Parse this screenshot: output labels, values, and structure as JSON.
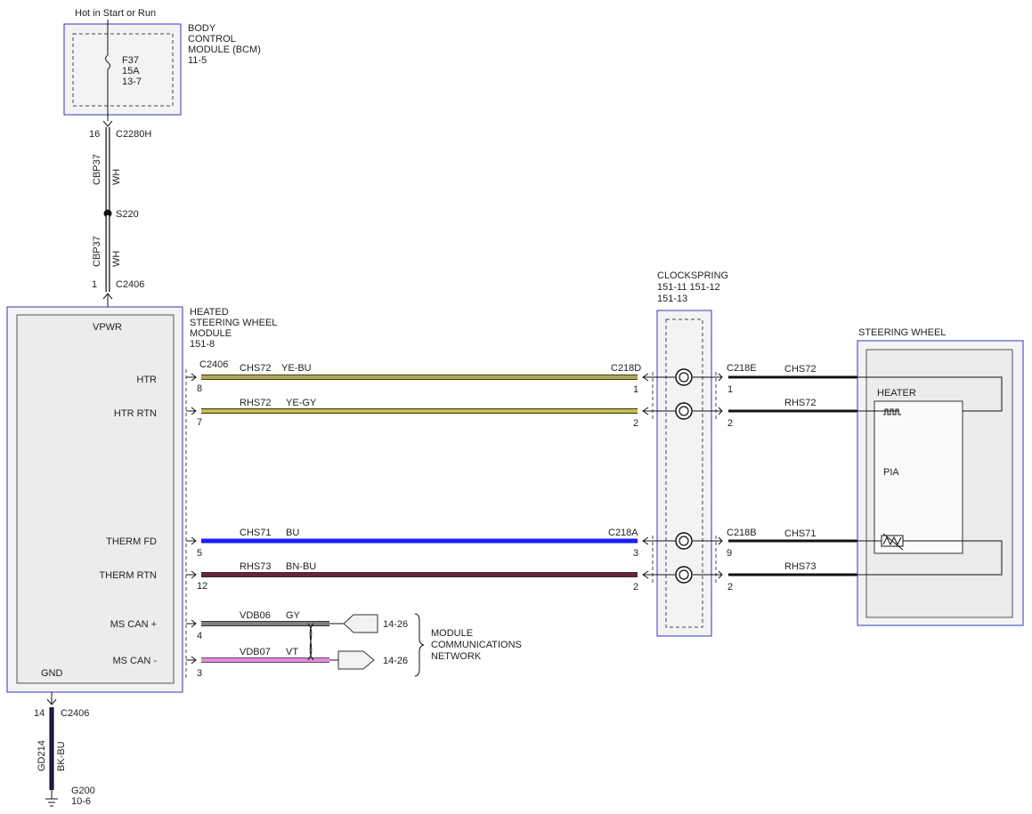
{
  "supply": {
    "label": "Hot in Start or Run"
  },
  "bcm": {
    "title_lines": [
      "BODY",
      "CONTROL",
      "MODULE (BCM)",
      "11-5"
    ],
    "fuse": {
      "name": "F37",
      "rating": "15A",
      "ref": "13-7"
    }
  },
  "connectors": {
    "c2280h": {
      "pin": "16",
      "name": "C2280H"
    },
    "c2406_top": {
      "pin": "1",
      "name": "C2406"
    },
    "c2406_gnd": {
      "pin": "14",
      "name": "C2406"
    },
    "c2406_left": {
      "name": "C2406"
    },
    "c218d": {
      "name": "C218D"
    },
    "c218a": {
      "name": "C218A"
    },
    "c218e": {
      "name": "C218E"
    },
    "c218b": {
      "name": "C218B"
    }
  },
  "wires": {
    "cbp37_upper": {
      "circuit": "CBP37",
      "color": "WH"
    },
    "cbp37_lower": {
      "circuit": "CBP37",
      "color": "WH"
    },
    "gd214": {
      "circuit": "GD214",
      "color": "BK-BU"
    },
    "htr": {
      "circuit": "CHS72",
      "color": "YE-BU",
      "pin_left": "8",
      "pin_right": "1"
    },
    "htr_rtn": {
      "circuit": "RHS72",
      "color": "YE-GY",
      "pin_left": "7",
      "pin_right": "2"
    },
    "therm_fd": {
      "circuit": "CHS71",
      "color": "BU",
      "pin_left": "5",
      "pin_right": "3"
    },
    "therm_rtn": {
      "circuit": "RHS73",
      "color": "BN-BU",
      "pin_left": "12",
      "pin_right": "2"
    },
    "ms_can_plus": {
      "circuit": "VDB06",
      "color": "GY",
      "pin": "4",
      "ref": "14-26"
    },
    "ms_can_minus": {
      "circuit": "VDB07",
      "color": "VT",
      "pin": "3",
      "ref": "14-26"
    },
    "sw_chs72": {
      "circuit": "CHS72",
      "pin": "1"
    },
    "sw_rhs72": {
      "circuit": "RHS72",
      "pin": "2"
    },
    "sw_chs71": {
      "circuit": "CHS71",
      "pin": "9"
    },
    "sw_rhs73": {
      "circuit": "RHS73",
      "pin": "2"
    }
  },
  "splice": {
    "name": "S220"
  },
  "ground": {
    "name": "G200",
    "ref": "10-6"
  },
  "hswm": {
    "title_lines": [
      "HEATED",
      "STEERING WHEEL",
      "MODULE",
      "151-8"
    ],
    "pins": {
      "vpwr": "VPWR",
      "htr": "HTR",
      "htr_rtn": "HTR RTN",
      "therm_fd": "THERM FD",
      "therm_rtn": "THERM RTN",
      "ms_can_plus": "MS CAN +",
      "ms_can_minus": "MS CAN -",
      "gnd": "GND"
    }
  },
  "network": {
    "lines": [
      "MODULE",
      "COMMUNICATIONS",
      "NETWORK"
    ]
  },
  "clockspring": {
    "title_lines": [
      "CLOCKSPRING",
      "151-11  151-12",
      "151-13"
    ]
  },
  "steering_wheel": {
    "title": "STEERING WHEEL",
    "heater": "HEATER",
    "pia": "PIA"
  },
  "colors": {
    "module_outline": "#3535b5",
    "wire_white": "#ffffff",
    "wire_yellow": "#f0e628",
    "wire_blue": "#1a1aff",
    "wire_brown": "#7a1a1a",
    "wire_gray": "#808080",
    "wire_violet": "#e889e4",
    "wire_black": "#111111"
  }
}
